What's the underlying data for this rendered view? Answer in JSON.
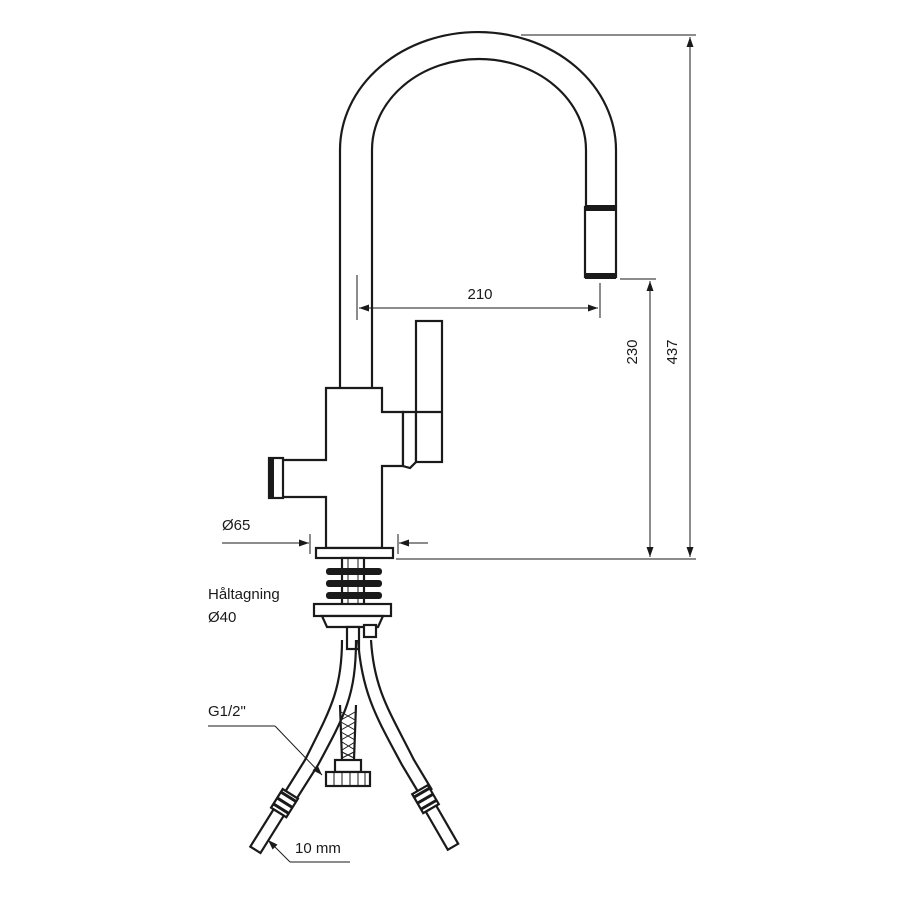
{
  "dimensions": {
    "spout_reach": "210",
    "spout_height": "230",
    "total_height": "437",
    "base_diameter": "Ø65",
    "hole_label_line1": "Håltagning",
    "hole_label_line2": "Ø40",
    "connection": "G1/2\"",
    "hose_size": "10 mm"
  }
}
